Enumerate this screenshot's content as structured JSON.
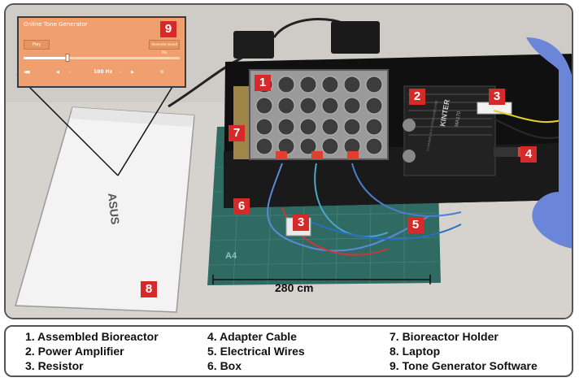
{
  "markers": [
    "1",
    "2",
    "3",
    "4",
    "5",
    "6",
    "7",
    "8",
    "9"
  ],
  "screen": {
    "title": "Online Tone Generator",
    "play_button": "Play",
    "right_button": "Generate sound file",
    "frequency": "100 Hz",
    "slider_level": 0.28
  },
  "brands": {
    "laptop_logo": "ASUS",
    "amplifier": "KINTER",
    "amplifier_model": "MA170",
    "amplifier_sub": "2-CHANNEL HI-FI STEREO AMPLIFIER",
    "mat_label": "A4"
  },
  "scale_label": "280 cm",
  "legend": [
    [
      "1. Assembled Bioreactor",
      "2. Power Amplifier",
      "3. Resistor"
    ],
    [
      "4. Adapter Cable",
      "5. Electrical Wires",
      "6. Box"
    ],
    [
      "7. Bioreactor Holder",
      "8. Laptop",
      "9. Tone Generator Software"
    ]
  ],
  "colors": {
    "marker": "#d62a2a",
    "screen": "#f0a06e",
    "mat": "#2f6b63",
    "glove": "#6b86d8"
  }
}
